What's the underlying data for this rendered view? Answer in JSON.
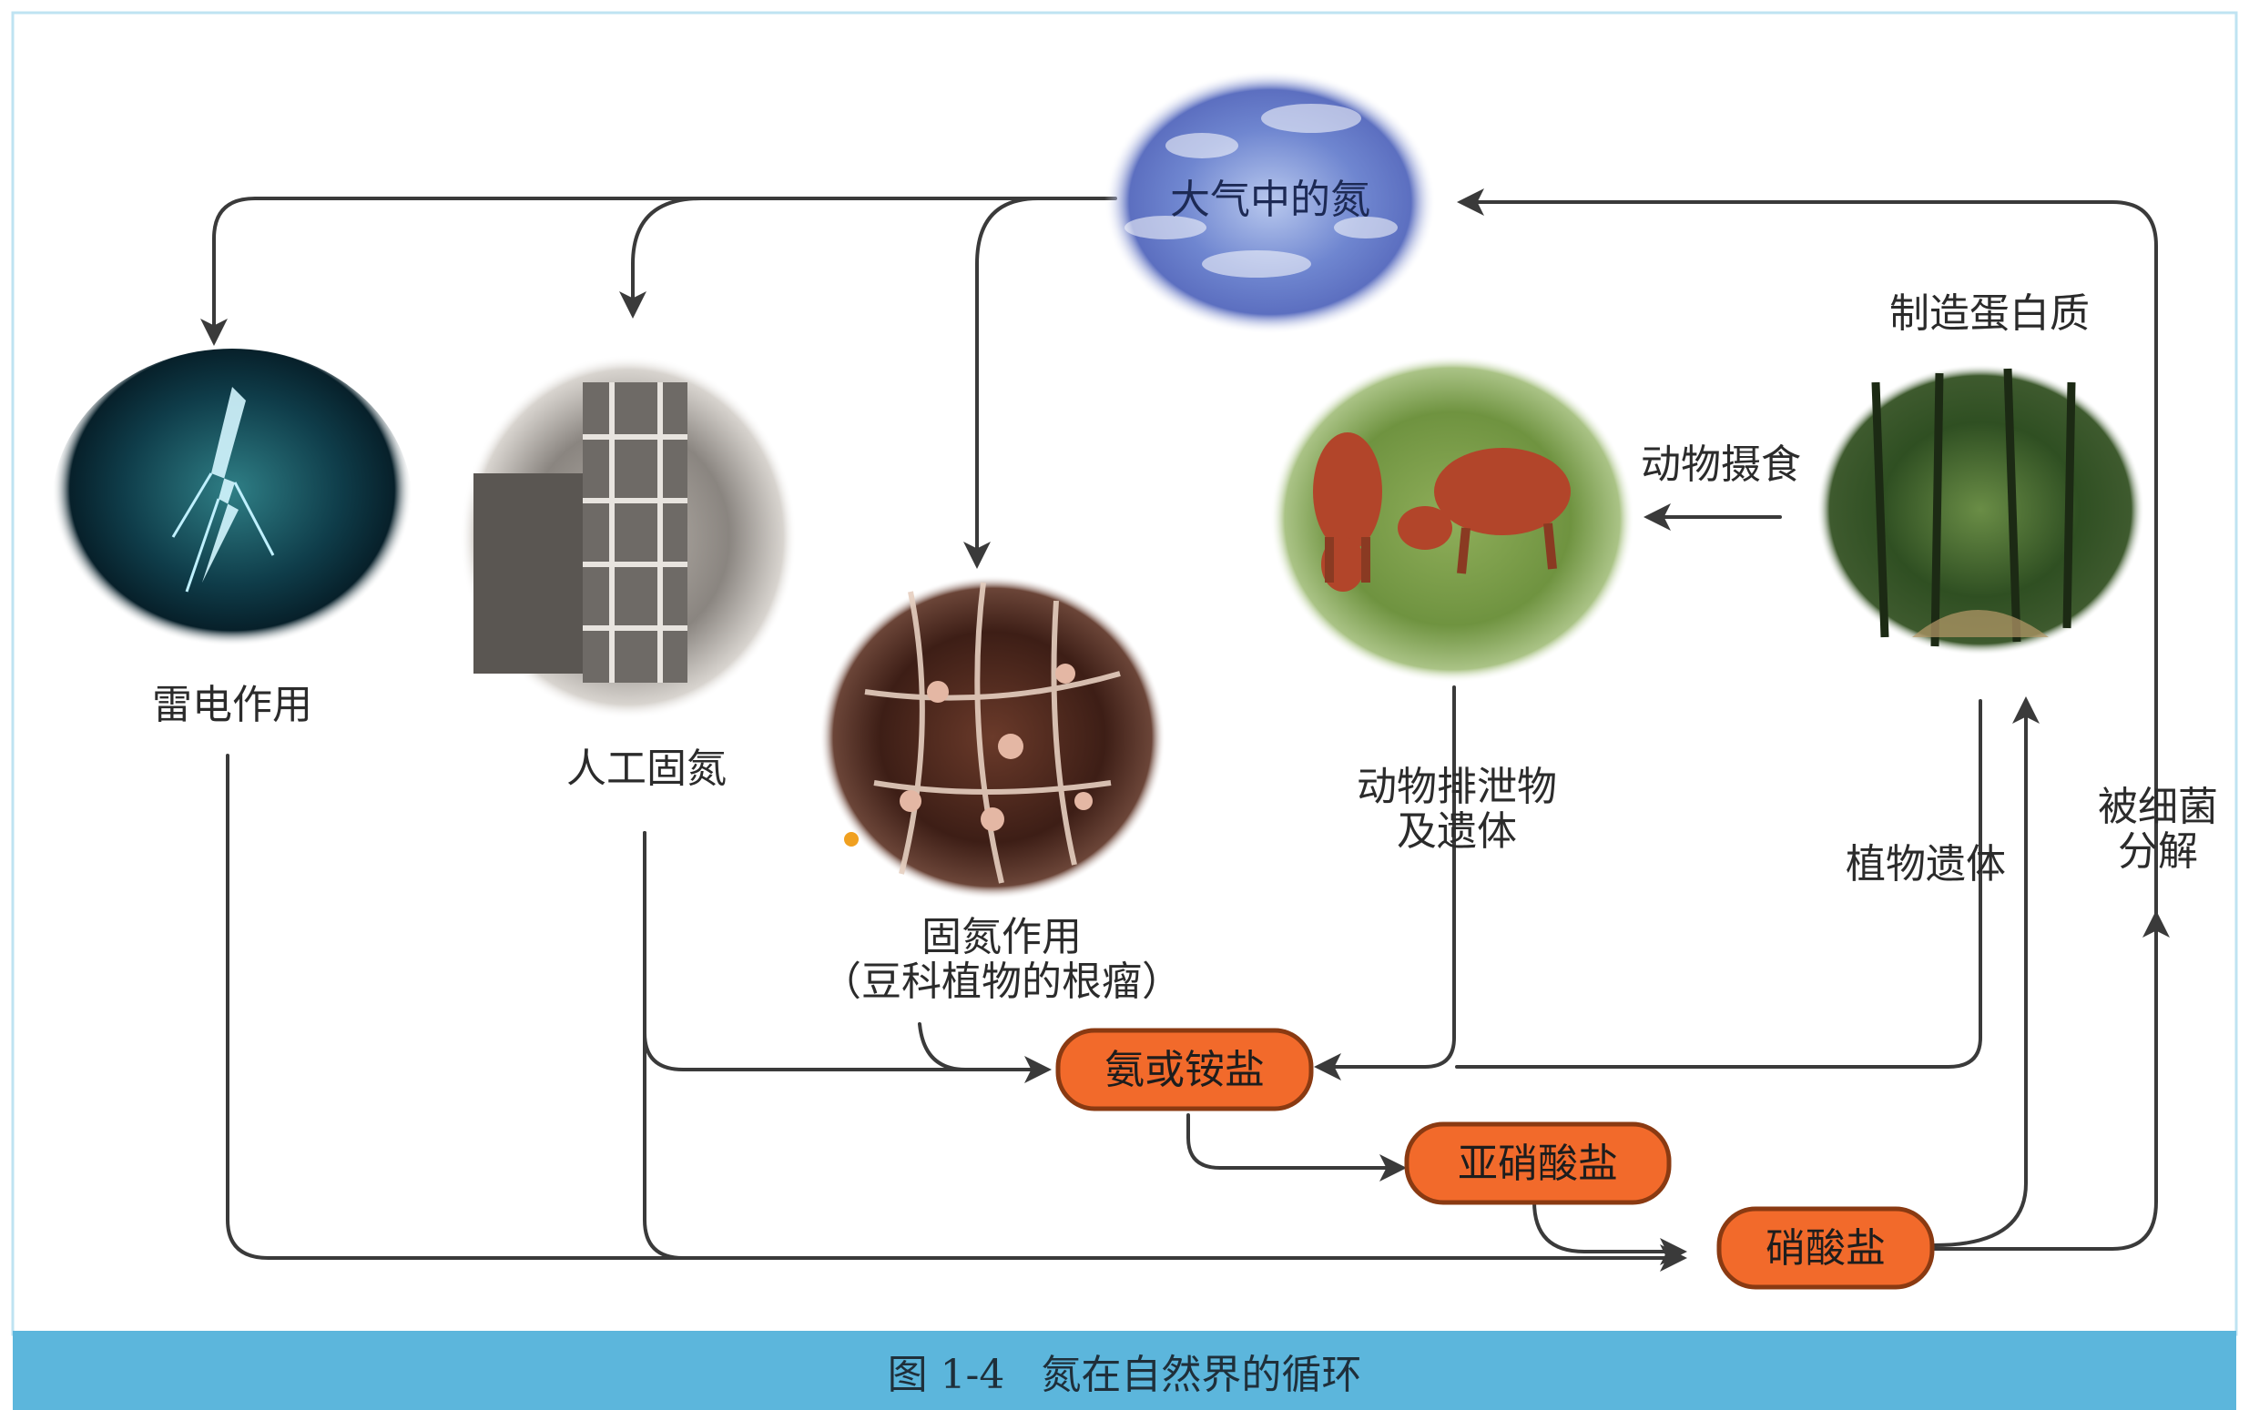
{
  "nodes": {
    "atmosphere": "大气中的氮",
    "lightning": "雷电作用",
    "industrial": "人工固氮",
    "fixation": [
      "固氮作用",
      "（豆科植物的根瘤）"
    ],
    "animals_eat": "动物摄食",
    "make_protein": "制造蛋白质",
    "animal_waste": [
      "动物排泄物",
      "及遗体"
    ],
    "plant_remains": "植物遗体",
    "bacteria": [
      "被细菌",
      "分解"
    ]
  },
  "badges": {
    "ammonia": "氨或铵盐",
    "nitrite": "亚硝酸盐",
    "nitrate": "硝酸盐"
  },
  "caption": {
    "figure_no": "图 1-4",
    "title": "氮在自然界的循环"
  },
  "colors": {
    "badge_fill": "#f26a2b",
    "badge_stroke": "#8a3a12",
    "arrow": "#3a3a3a",
    "caption_bar": "#5cb6dc"
  }
}
